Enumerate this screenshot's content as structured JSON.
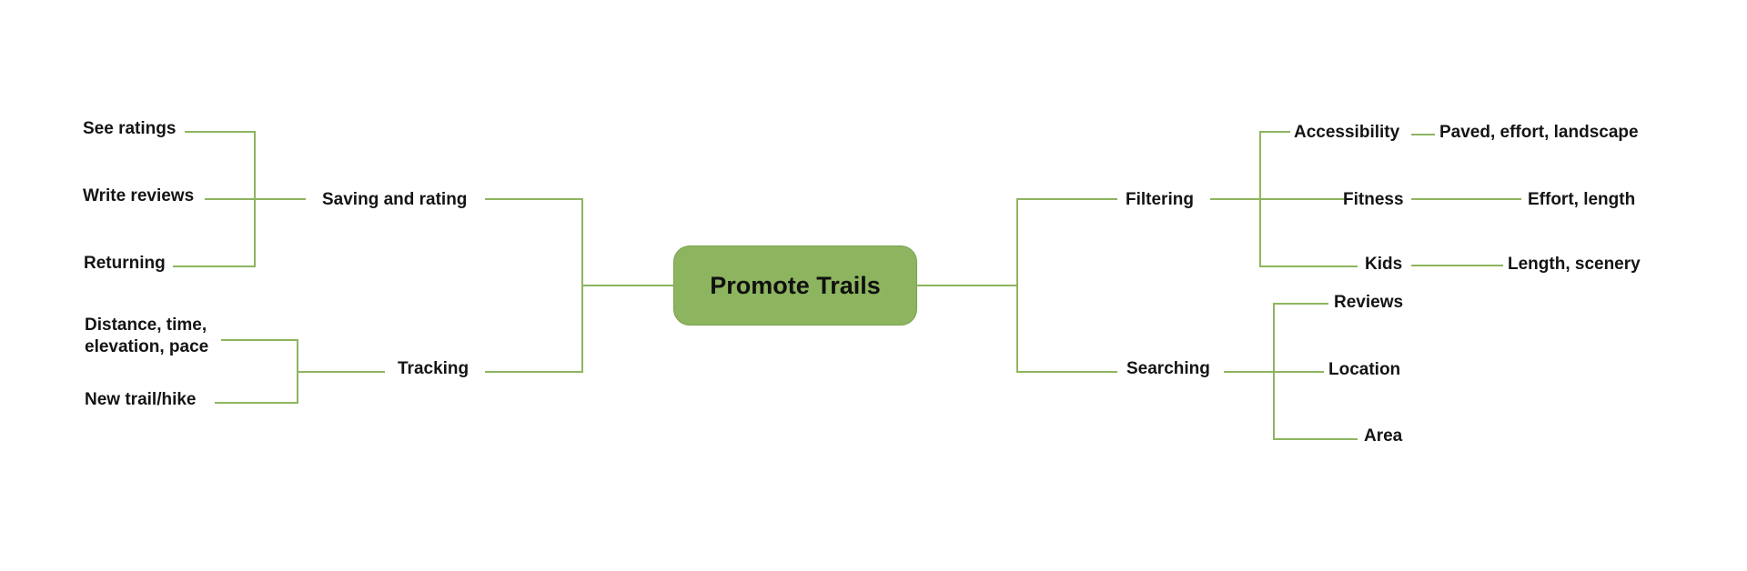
{
  "root": {
    "label": "Promote Trails"
  },
  "left": {
    "saving": {
      "label": "Saving and rating",
      "children": [
        "See ratings",
        "Write reviews",
        "Returning"
      ]
    },
    "tracking": {
      "label": "Tracking",
      "children": [
        "Distance, time,\nelevation, pace",
        "New trail/hike"
      ]
    }
  },
  "right": {
    "filtering": {
      "label": "Filtering",
      "children": [
        {
          "label": "Accessibility",
          "detail": "Paved, effort, landscape"
        },
        {
          "label": "Fitness",
          "detail": "Effort, length"
        },
        {
          "label": "Kids",
          "detail": "Length, scenery"
        }
      ]
    },
    "searching": {
      "label": "Searching",
      "children": [
        "Reviews",
        "Location",
        "Area"
      ]
    }
  },
  "colors": {
    "accent": "#8db55f",
    "text": "#141414"
  }
}
